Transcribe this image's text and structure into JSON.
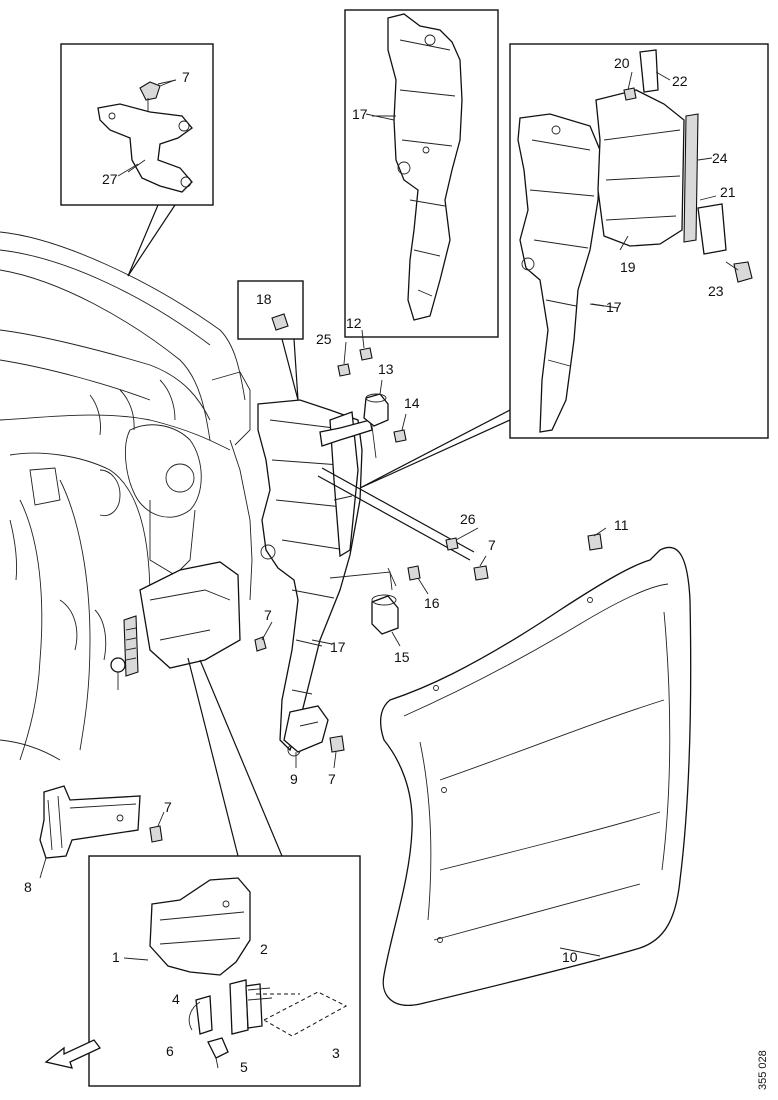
{
  "callouts": {
    "c1": "1",
    "c2": "2",
    "c3": "3",
    "c4": "4",
    "c5": "5",
    "c6": "6",
    "c7": "7",
    "c8": "8",
    "c9": "9",
    "c10": "10",
    "c11": "11",
    "c12": "12",
    "c13": "13",
    "c14": "14",
    "c15": "15",
    "c16": "16",
    "c17": "17",
    "c18": "18",
    "c19": "19",
    "c20": "20",
    "c21": "21",
    "c22": "22",
    "c23": "23",
    "c24": "24",
    "c25": "25",
    "c26": "26",
    "c27": "27"
  },
  "drawing_code": "355 028"
}
